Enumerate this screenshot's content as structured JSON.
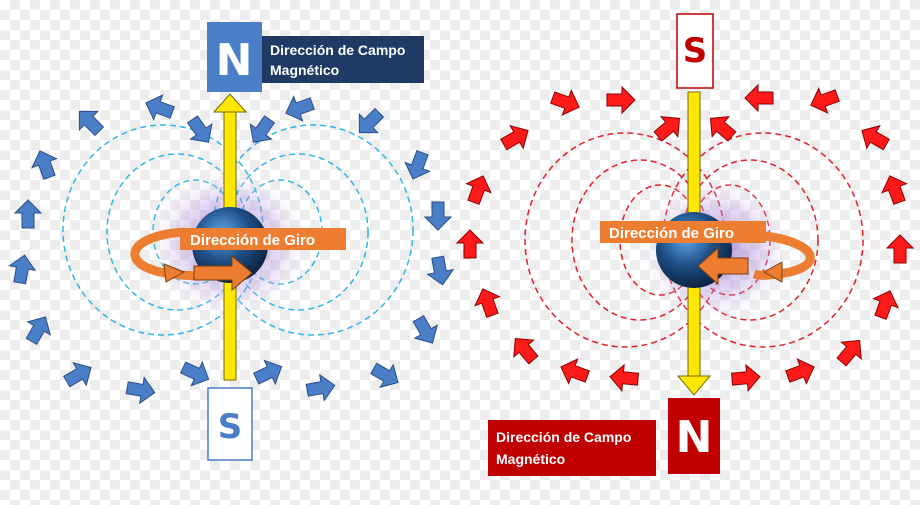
{
  "left_panel": {
    "top_pole": "N",
    "bottom_pole": "S",
    "field_label_line1": "Dirección de Campo",
    "field_label_line2": "Magnético",
    "spin_label": "Dirección de Giro",
    "accent_color": "#4a7fc8",
    "field_line_color": "#2fb5e8"
  },
  "right_panel": {
    "top_pole": "S",
    "bottom_pole": "N",
    "field_label_line1": "Dirección de Campo",
    "field_label_line2": "Magnético",
    "spin_label": "Dirección de Giro",
    "accent_color": "#ff1a1a",
    "field_line_color": "#e0202a"
  },
  "colors": {
    "axis": "#ffe800",
    "spin": "#ed7d31",
    "sphere": "#1f4f86",
    "halo": "#9b6fd0",
    "label_dark_bg": "#1f3a64",
    "label_red_bg": "#c00000"
  }
}
